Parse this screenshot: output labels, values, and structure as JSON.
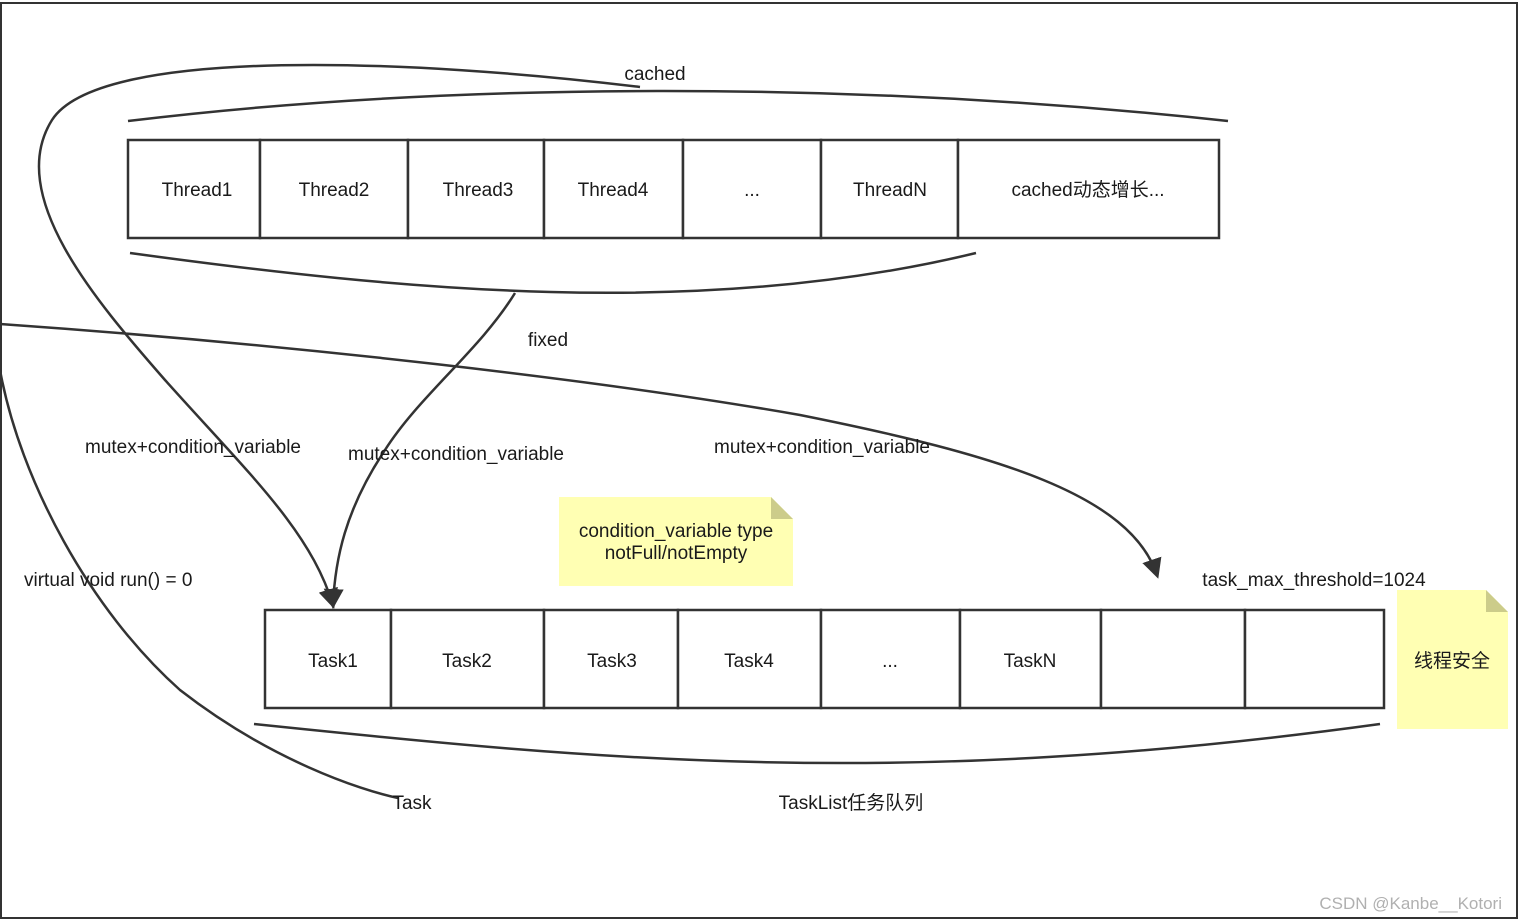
{
  "thread_pool": {
    "cells": [
      "Thread1",
      "Thread2",
      "Thread3",
      "Thread4",
      "...",
      "ThreadN",
      "cached动态增长..."
    ],
    "cached_label": "cached",
    "fixed_label": "fixed"
  },
  "task_queue": {
    "cells": [
      "Task1",
      "Task2",
      "Task3",
      "Task4",
      "...",
      "TaskN",
      "",
      ""
    ],
    "label": "TaskList任务队列",
    "threshold_label": "task_max_threshold=1024"
  },
  "task_class": {
    "label": "Task",
    "method_label": "virtual void run() = 0"
  },
  "connectors": {
    "left": "mutex+condition_variable",
    "middle": "mutex+condition_variable",
    "right": "mutex+condition_variable"
  },
  "notes": {
    "condition_line1": "condition_variable type",
    "condition_line2": "notFull/notEmpty",
    "thread_safe": "线程安全"
  },
  "watermark": "CSDN @Kanbe__Kotori",
  "colors": {
    "note_fill": "#ffffb3",
    "note_fold": "#cccc8a",
    "stroke": "#333333"
  }
}
